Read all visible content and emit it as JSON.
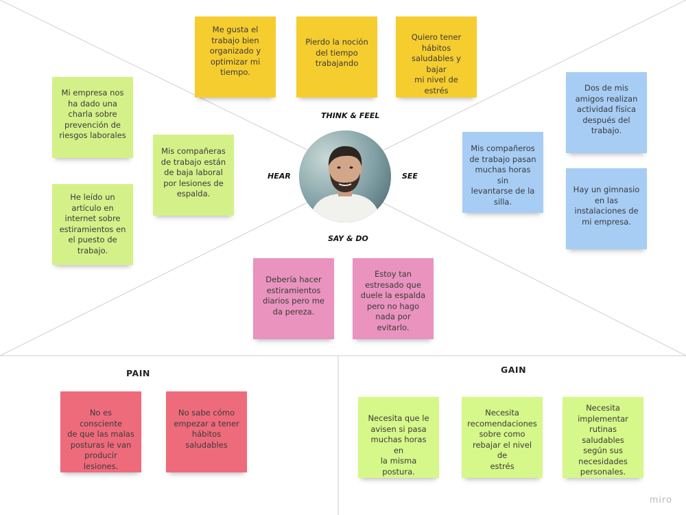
{
  "empathy_map": {
    "labels": {
      "think_feel": "THINK & FEEL",
      "hear": "HEAR",
      "see": "SEE",
      "say_do": "SAY & DO"
    },
    "think_feel_notes": [
      "Me gusta el\ntrabajo bien\norganizado y\noptimizar mi\ntiempo.",
      "Pierdo la noción\ndel tiempo\ntrabajando",
      "Quiero tener\nhábitos\nsaludables y bajar\nmi nivel de estrés"
    ],
    "hear_notes": [
      "Mi empresa nos\nha dado una\ncharla sobre\nprevención de\nriesgos laborales",
      "Mis compañeras\nde trabajo están\nde baja laboral\npor lesiones de\nespalda.",
      "He leído un\nartículo en\ninternet sobre\nestiramientos en\nel puesto de\ntrabajo."
    ],
    "see_notes": [
      "Dos de mis\namigos realizan\nactividad física\ndespués del\ntrabajo.",
      "Mis compañeros\nde trabajo pasan\nmuchas horas sin\nlevantarse de la\nsilla.",
      "Hay un gimnasio\nen las\ninstalaciones de\nmi empresa."
    ],
    "say_do_notes": [
      "Debería hacer\nestiramientos\ndiarios pero me\nda pereza.",
      "Estoy tan\nestresado que\nduele la espalda\npero no hago\nnada por evitarlo."
    ]
  },
  "pain": {
    "title": "PAIN",
    "notes": [
      "No es consciente\nde que las malas\nposturas le van\nproducir lesiones.",
      "No sabe cómo\nempezar a tener\nhábitos\nsaludables"
    ]
  },
  "gain": {
    "title": "GAIN",
    "notes": [
      "Necesita que le\navisen si pasa\nmuchas horas en\nla misma postura.",
      "Necesita\nrecomendaciones\nsobre como\nrebajar el nivel de\nestrés",
      "Necesita\nimplementar\nrutinas saludables\nsegún sus\nnecesidades\npersonales."
    ]
  },
  "watermark": "miro",
  "colors": {
    "yellow": "#f6cd2f",
    "green": "#d4f189",
    "blue": "#a7cdf5",
    "pink": "#e993be",
    "red": "#ee6b7c",
    "line": "#cfcfcf"
  },
  "avatar_icon": "person-photo"
}
